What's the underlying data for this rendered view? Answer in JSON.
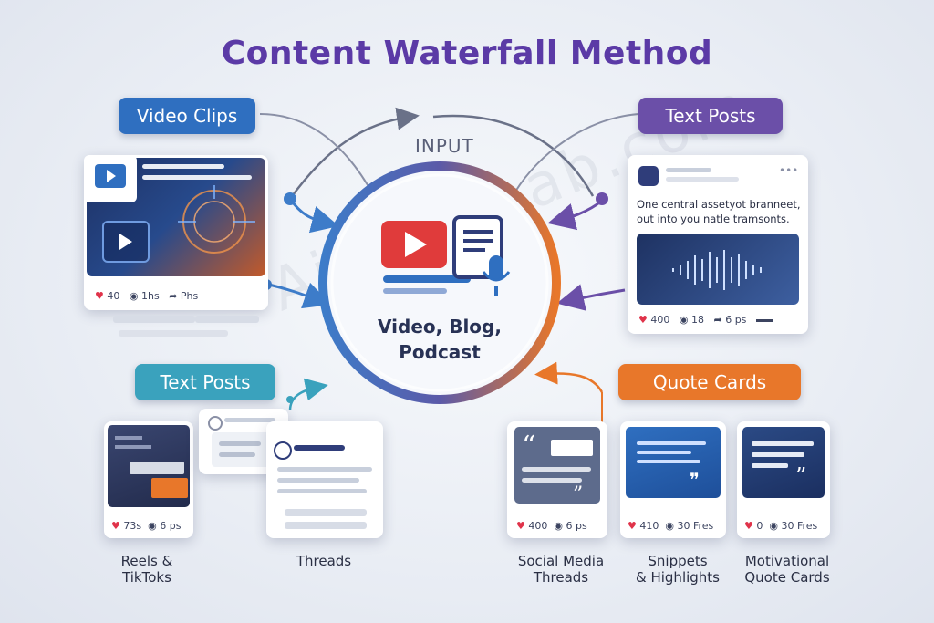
{
  "title": "Content Waterfall Method",
  "center": {
    "input_label": "INPUT",
    "line1": "Video, Blog,",
    "line2": "Podcast"
  },
  "pills": {
    "video_clips": "Video Clips",
    "text_posts_top": "Text Posts",
    "text_posts_left": "Text Posts",
    "quote_cards": "Quote Cards"
  },
  "colors": {
    "video_clips": "#2f6fc0",
    "text_posts_top": "#6b4fa8",
    "text_posts_left": "#3aa2bd",
    "quote_cards": "#e8772a",
    "title": "#5b3aa6"
  },
  "video_card": {
    "stat1": "40",
    "stat2": "1hs",
    "stat3": "Phs"
  },
  "text_card": {
    "body": "One central assetyot branneet, out into you natle tramsonts.",
    "stat1": "400",
    "stat2": "18",
    "stat3": "6 ps"
  },
  "reels_card": {
    "stat1": "73s",
    "stat2": "6 ps"
  },
  "social_card": {
    "stat1": "400",
    "stat2": "6 ps"
  },
  "snippets_card": {
    "stat1": "410",
    "stat2": "30 Fres"
  },
  "motiv_card": {
    "stat1": "0",
    "stat2": "30 Fres"
  },
  "captions": {
    "reels_1": "Reels &",
    "reels_2": "TikToks",
    "threads": "Threads",
    "social_1": "Social Media",
    "social_2": "Threads",
    "snippets_1": "Snippets",
    "snippets_2": "& Highlights",
    "motiv_1": "Motivational",
    "motiv_2": "Quote Cards"
  },
  "watermark": "AiHireeLab.com",
  "icons": [
    "play-icon",
    "document-icon",
    "microphone-icon",
    "heart-icon",
    "comment-icon",
    "share-icon",
    "quote-icon",
    "waveform-icon",
    "arrow-icon"
  ]
}
